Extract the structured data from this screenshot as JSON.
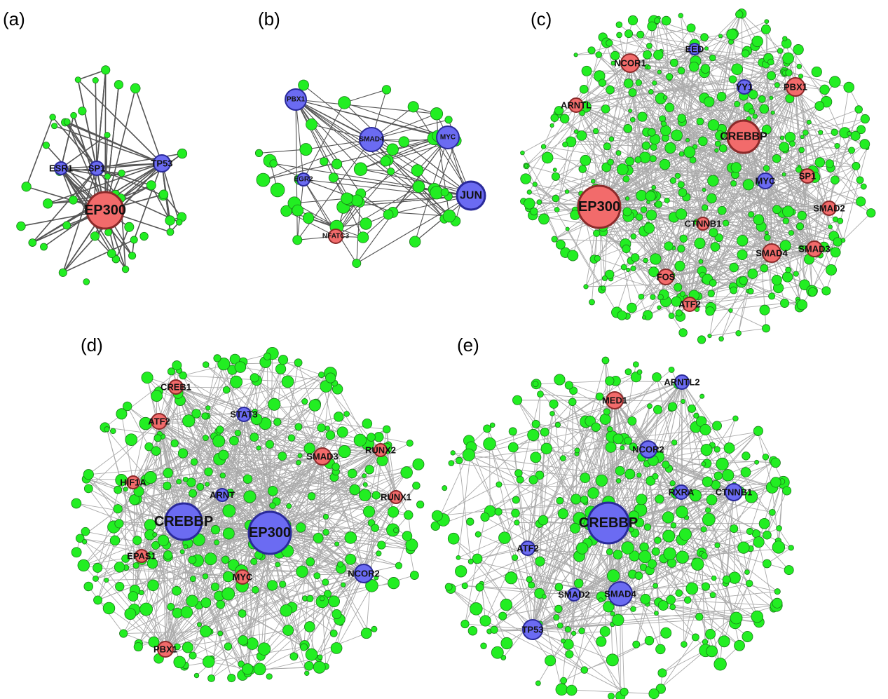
{
  "colors": {
    "leaf_fill": "#22ee22",
    "leaf_stroke": "#1a7a1a",
    "red_fill": "#f26b6b",
    "red_stroke": "#8b2a2a",
    "blue_fill": "#6b6bf2",
    "blue_stroke": "#2a2a9a",
    "edge_dark": "#555555",
    "edge_light": "#aaaaaa"
  },
  "panels": [
    {
      "letter": "(a)",
      "hubs": [
        {
          "label": "EP300",
          "color": "red",
          "size": "large"
        },
        {
          "label": "ESR1",
          "color": "blue",
          "size": "small"
        },
        {
          "label": "SP1",
          "color": "blue",
          "size": "small"
        },
        {
          "label": "TP53",
          "color": "blue",
          "size": "small"
        }
      ]
    },
    {
      "letter": "(b)",
      "hubs": [
        {
          "label": "PBX1",
          "color": "blue",
          "size": "medium"
        },
        {
          "label": "SMAD4",
          "color": "blue",
          "size": "medium"
        },
        {
          "label": "MYC",
          "color": "blue",
          "size": "medium"
        },
        {
          "label": "JUN",
          "color": "blue",
          "size": "large"
        },
        {
          "label": "EGR2",
          "color": "blue",
          "size": "small"
        },
        {
          "label": "NFATC3",
          "color": "red",
          "size": "small"
        }
      ]
    },
    {
      "letter": "(c)",
      "hubs": [
        {
          "label": "NCOR1",
          "color": "red",
          "size": "medium"
        },
        {
          "label": "EED",
          "color": "blue",
          "size": "small"
        },
        {
          "label": "YY1",
          "color": "blue",
          "size": "small"
        },
        {
          "label": "PBX1",
          "color": "red",
          "size": "medium"
        },
        {
          "label": "ARNTL",
          "color": "red",
          "size": "small"
        },
        {
          "label": "CREBBP",
          "color": "red",
          "size": "large"
        },
        {
          "label": "SP1",
          "color": "red",
          "size": "small"
        },
        {
          "label": "MYC",
          "color": "blue",
          "size": "small"
        },
        {
          "label": "EP300",
          "color": "red",
          "size": "xlarge"
        },
        {
          "label": "SMAD2",
          "color": "red",
          "size": "small"
        },
        {
          "label": "CTNNB1",
          "color": "red",
          "size": "small"
        },
        {
          "label": "SMAD4",
          "color": "red",
          "size": "medium"
        },
        {
          "label": "SMAD3",
          "color": "red",
          "size": "small"
        },
        {
          "label": "FOS",
          "color": "red",
          "size": "small"
        },
        {
          "label": "ATF2",
          "color": "red",
          "size": "small"
        }
      ]
    },
    {
      "letter": "(d)",
      "hubs": [
        {
          "label": "CREB1",
          "color": "red",
          "size": "small"
        },
        {
          "label": "ATF2",
          "color": "red",
          "size": "small"
        },
        {
          "label": "STAT3",
          "color": "blue",
          "size": "small"
        },
        {
          "label": "SMAD3",
          "color": "red",
          "size": "medium"
        },
        {
          "label": "RUNX2",
          "color": "red",
          "size": "small"
        },
        {
          "label": "HIF1A",
          "color": "red",
          "size": "small"
        },
        {
          "label": "ARNT",
          "color": "blue",
          "size": "small"
        },
        {
          "label": "RUNX1",
          "color": "red",
          "size": "small"
        },
        {
          "label": "CREBBP",
          "color": "blue",
          "size": "xlarge"
        },
        {
          "label": "EP300",
          "color": "blue",
          "size": "xlarge"
        },
        {
          "label": "EPAS1",
          "color": "red",
          "size": "small"
        },
        {
          "label": "MYC",
          "color": "red",
          "size": "small"
        },
        {
          "label": "NCOR2",
          "color": "blue",
          "size": "medium"
        },
        {
          "label": "PBX1",
          "color": "red",
          "size": "small"
        }
      ]
    },
    {
      "letter": "(e)",
      "hubs": [
        {
          "label": "ARNTL2",
          "color": "blue",
          "size": "small"
        },
        {
          "label": "MED1",
          "color": "red",
          "size": "medium"
        },
        {
          "label": "NCOR2",
          "color": "blue",
          "size": "medium"
        },
        {
          "label": "RXRA",
          "color": "blue",
          "size": "small"
        },
        {
          "label": "CTNNB1",
          "color": "blue",
          "size": "medium"
        },
        {
          "label": "CREBBP",
          "color": "blue",
          "size": "xlarge"
        },
        {
          "label": "ATF2",
          "color": "blue",
          "size": "small"
        },
        {
          "label": "SMAD2",
          "color": "blue",
          "size": "small"
        },
        {
          "label": "SMAD4",
          "color": "blue",
          "size": "medium"
        },
        {
          "label": "TP53",
          "color": "blue",
          "size": "medium"
        }
      ]
    }
  ]
}
